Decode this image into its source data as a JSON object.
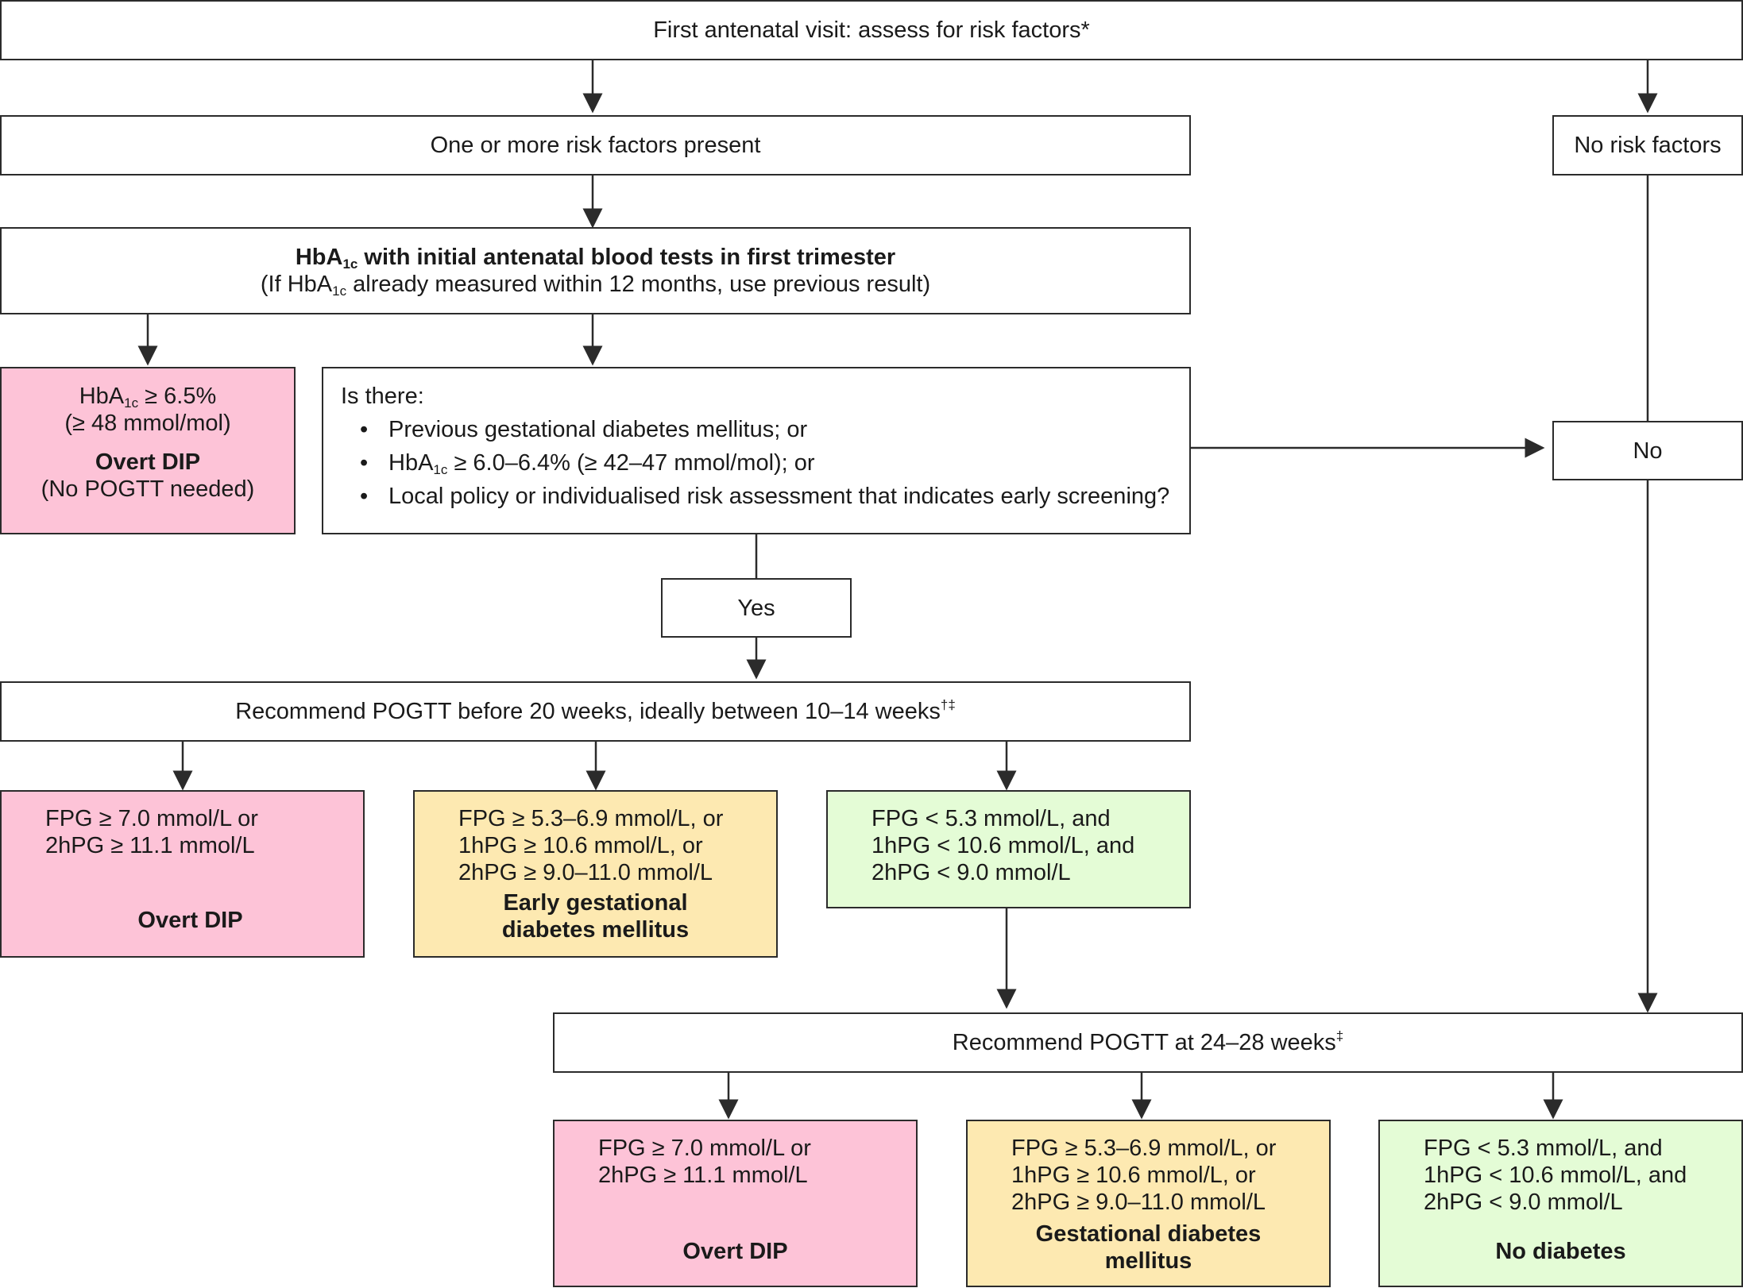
{
  "start": {
    "text": "First antenatal visit: assess for risk factors",
    "footnote": "*"
  },
  "risk_present": {
    "text": "One or more risk factors present"
  },
  "no_risk": {
    "text": "No risk factors"
  },
  "hba1c_test": {
    "line1_pre": "HbA",
    "line1_sub": "1c",
    "line1_post": " with initial antenatal blood tests in first trimester",
    "line2_pre": "(If HbA",
    "line2_sub": "1c",
    "line2_post": " already measured within 12 months, use previous result)"
  },
  "overt_early": {
    "line1_pre": "HbA",
    "line1_sub": "1c",
    "line1_post": " ≥ 6.5%",
    "line2": "(≥ 48 mmol/mol)",
    "label": "Overt DIP",
    "note": "(No POGTT needed)"
  },
  "question": {
    "intro": "Is there:",
    "item1": "Previous gestational diabetes mellitus; or",
    "item2_pre": "HbA",
    "item2_sub": "1c",
    "item2_post": " ≥ 6.0–6.4% (≥ 42–47 mmol/mol); or",
    "item3": "Local policy or individualised risk assessment that indicates early screening?"
  },
  "no": {
    "text": "No"
  },
  "yes": {
    "text": "Yes"
  },
  "pogtt_early": {
    "text": "Recommend POGTT before 20 weeks, ideally between 10–14 weeks",
    "footnote": "†‡"
  },
  "early_results": [
    {
      "lines": [
        "FPG ≥ 7.0 mmol/L or",
        "2hPG ≥ 11.1 mmol/L"
      ],
      "label": "Overt DIP"
    },
    {
      "lines": [
        "FPG ≥ 5.3–6.9 mmol/L, or",
        "1hPG ≥ 10.6 mmol/L, or",
        "2hPG ≥ 9.0–11.0 mmol/L"
      ],
      "label_line1": "Early gestational",
      "label_line2": "diabetes mellitus"
    },
    {
      "lines": [
        "FPG < 5.3 mmol/L, and",
        "1hPG < 10.6 mmol/L, and",
        "2hPG < 9.0 mmol/L"
      ]
    }
  ],
  "pogtt_late": {
    "text": "Recommend POGTT at 24–28 weeks",
    "footnote": "‡"
  },
  "late_results": [
    {
      "lines": [
        "FPG ≥ 7.0 mmol/L or",
        "2hPG ≥ 11.1 mmol/L"
      ],
      "label": "Overt DIP"
    },
    {
      "lines": [
        "FPG ≥ 5.3–6.9 mmol/L, or",
        "1hPG ≥ 10.6 mmol/L, or",
        "2hPG ≥ 9.0–11.0 mmol/L"
      ],
      "label_line1": "Gestational diabetes",
      "label_line2": "mellitus"
    },
    {
      "lines": [
        "FPG < 5.3 mmol/L, and",
        "1hPG < 10.6 mmol/L, and",
        "2hPG < 9.0 mmol/L"
      ],
      "label": "No diabetes"
    }
  ],
  "colors": {
    "overt": "#fdc3d7",
    "gestational": "#fde9b1",
    "normal": "#e4fcd6",
    "border": "#2b2b2b"
  }
}
